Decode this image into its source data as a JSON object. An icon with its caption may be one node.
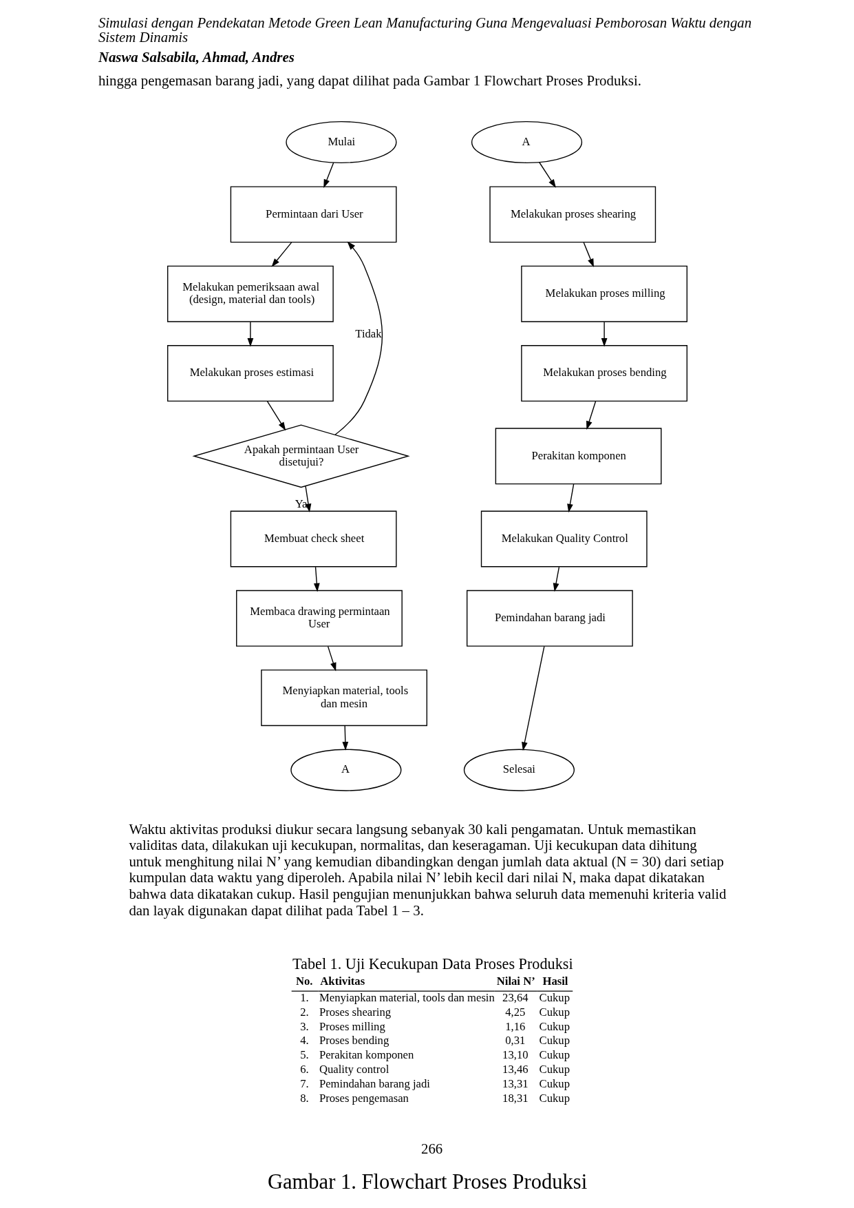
{
  "diagram": {
    "caption": "Gambar 1. Flowchart Proses Produksi",
    "nodes": [
      {
        "text": [
          "Mulai"
        ]
      },
      {
        "text": [
          "Permintaan dari User"
        ]
      },
      {
        "text": [
          "Melakukan pemeriksaan awal (design, material dan tools)"
        ]
      },
      {
        "text": [
          "Melakukan proses estimasi"
        ]
      },
      {
        "text": [
          "Apakah permintaan User disetujui?"
        ]
      },
      {
        "text": [
          "Membuat check sheet"
        ]
      },
      {
        "text": [
          "Membaca drawing permintaan User"
        ]
      },
      {
        "text": [
          "Menyiapkan material, tools dan mesin"
        ]
      },
      {
        "text": [
          "A"
        ]
      },
      {
        "text": [
          "A"
        ]
      },
      {
        "text": [
          "Melakukan proses shearing"
        ]
      },
      {
        "text": [
          "Melakukan proses milling"
        ]
      },
      {
        "text": [
          "Melakukan proses bending"
        ]
      },
      {
        "text": [
          "Perakitan komponen"
        ]
      },
      {
        "text": [
          "Melakukan Quality Control"
        ]
      },
      {
        "text": [
          "Pemindahan barang jadi"
        ]
      },
      {
        "text": [
          "Selesai"
        ]
      }
    ],
    "edges": [
      {
        "from": 0,
        "to": 1,
        "arrow": "to"
      },
      {
        "from": 1,
        "to": 2,
        "arrow": "to"
      },
      {
        "from": 2,
        "to": 3,
        "arrow": "to"
      },
      {
        "from": 3,
        "to": 4,
        "arrow": "to"
      },
      {
        "from": 4,
        "to": 1,
        "arrow": "to",
        "label": "Tidak"
      },
      {
        "from": 4,
        "to": 5,
        "arrow": "to",
        "label": "Ya"
      },
      {
        "from": 5,
        "to": 6,
        "arrow": "to"
      },
      {
        "from": 6,
        "to": 7,
        "arrow": "to"
      },
      {
        "from": 7,
        "to": 8,
        "arrow": "to"
      },
      {
        "from": 9,
        "to": 10,
        "arrow": "to"
      },
      {
        "from": 10,
        "to": 11,
        "arrow": "to"
      },
      {
        "from": 11,
        "to": 12,
        "arrow": "to"
      },
      {
        "from": 12,
        "to": 13,
        "arrow": "to"
      },
      {
        "from": 13,
        "to": 14,
        "arrow": "to"
      },
      {
        "from": 14,
        "to": 15,
        "arrow": "to"
      },
      {
        "from": 15,
        "to": 16,
        "arrow": "to"
      }
    ],
    "labels": [
      "Simulasi dengan Pendekatan Metode Green Lean Manufacturing Guna Mengevaluasi Pemborosan Waktu dengan Sistem Dinamis",
      "Naswa Salsabila, Ahmad, Andres",
      "hingga pengemasan barang jadi, yang dapat dilihat pada Gambar 1 Flowchart Proses Produksi.",
      "Waktu aktivitas produksi diukur secara langsung sebanyak 30 kali pengamatan. Untuk memastikan validitas data, dilakukan uji kecukupan, normalitas, dan keseragaman. Uji kecukupan data dihitung untuk menghitung nilai N’ yang kemudian dibandingkan dengan jumlah data aktual (N = 30) dari setiap kumpulan data waktu yang diperoleh. Apabila nilai N’ lebih kecil dari nilai N, maka dapat dikatakan bahwa data dikatakan cukup. Hasil pengujian menunjukkan bahwa seluruh data memenuhi kriteria valid dan layak digunakan dapat dilihat pada Tabel 1 – 3.",
      "Tabel 1. Uji Kecukupan Data Proses Produksi",
      "No.",
      "Aktivitas",
      "Nilai N’",
      "Hasil",
      "1.",
      "Menyiapkan material, tools dan mesin",
      "23,64",
      "Cukup",
      "2.",
      "Proses shearing",
      "4,25",
      "Cukup",
      "3.",
      "Proses milling",
      "1,16",
      "Cukup",
      "4.",
      "Proses bending",
      "0,31",
      "Cukup",
      "5.",
      "Perakitan komponen",
      "13,10",
      "Cukup",
      "6.",
      "Quality control",
      "13,46",
      "Cukup",
      "7.",
      "Pemindahan barang jadi",
      "13,31",
      "Cukup",
      "8.",
      "Proses pengemasan",
      "18,31",
      "Cukup",
      "266"
    ]
  }
}
